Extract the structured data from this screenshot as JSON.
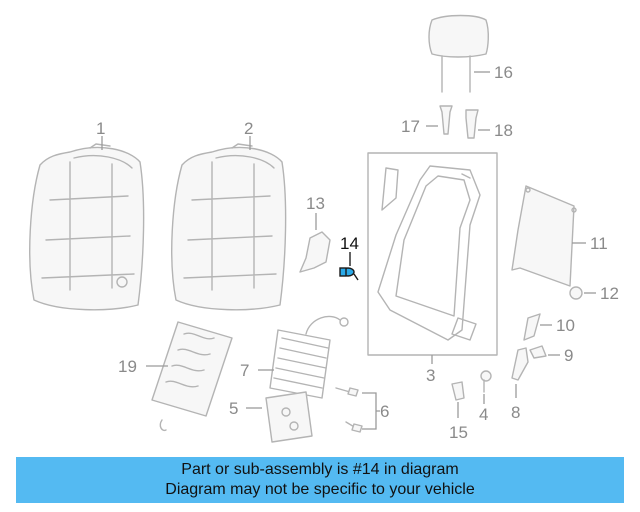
{
  "diagram": {
    "callouts": [
      "1",
      "2",
      "3",
      "4",
      "5",
      "6",
      "7",
      "8",
      "9",
      "10",
      "11",
      "12",
      "13",
      "14",
      "15",
      "16",
      "17",
      "18",
      "19"
    ],
    "highlighted_part": "14",
    "highlight_color": "#2aa9e8",
    "part_line_color": "#b4b4b4",
    "callout_text_color": "#8a8a8a"
  },
  "banner": {
    "line1": "Part or sub-assembly is #14 in diagram",
    "line2": "Diagram may not be specific to your vehicle",
    "background": "#54baf2"
  }
}
